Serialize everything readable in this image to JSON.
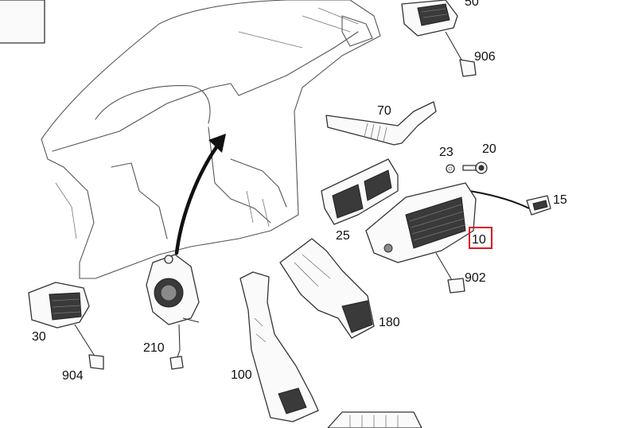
{
  "callouts": {
    "c50": "50",
    "c906": "906",
    "c70": "70",
    "c23": "23",
    "c20": "20",
    "c15": "15",
    "c25": "25",
    "c10": "10",
    "c902": "902",
    "c180": "180",
    "c30": "30",
    "c210": "210",
    "c904": "904",
    "c100": "100"
  },
  "highlight": {
    "part": "10",
    "color": "#e0141e"
  }
}
